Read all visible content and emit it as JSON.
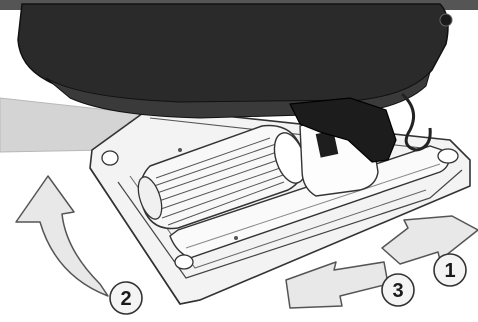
{
  "callouts": [
    {
      "id": "step-1",
      "label": "1"
    },
    {
      "id": "step-2",
      "label": "2"
    },
    {
      "id": "step-3",
      "label": "3"
    }
  ],
  "colors": {
    "device_body": "#2b2b2b",
    "device_top": "#3a3a3a",
    "base_plate": "#f2f2f2",
    "outline": "#333333",
    "arrow_fill": "#e6e6e6",
    "callout_pointer": "#d0d0d0"
  },
  "icons": {
    "rotate_arrow": "curved-arrow-icon",
    "slide_in_arrow": "arrow-right-icon",
    "slide_out_arrow": "arrow-left-icon"
  }
}
